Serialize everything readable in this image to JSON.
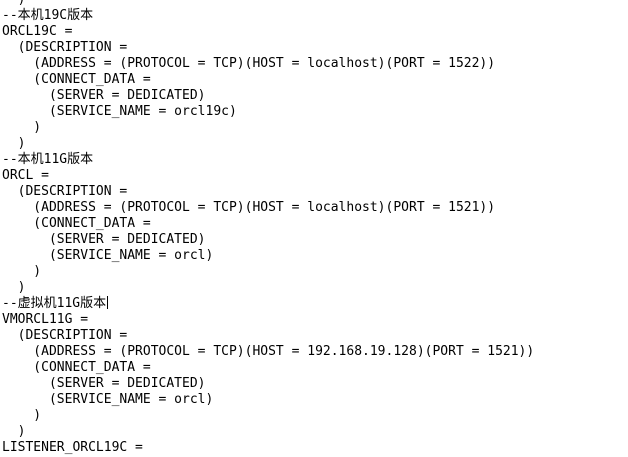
{
  "editor": {
    "lines": [
      "  )",
      "--本机19C版本",
      "ORCL19C =",
      "  (DESCRIPTION =",
      "    (ADDRESS = (PROTOCOL = TCP)(HOST = localhost)(PORT = 1522))",
      "    (CONNECT_DATA =",
      "      (SERVER = DEDICATED)",
      "      (SERVICE_NAME = orcl19c)",
      "    )",
      "  )",
      "--本机11G版本",
      "ORCL =",
      "  (DESCRIPTION =",
      "    (ADDRESS = (PROTOCOL = TCP)(HOST = localhost)(PORT = 1521))",
      "    (CONNECT_DATA =",
      "      (SERVER = DEDICATED)",
      "      (SERVICE_NAME = orcl)",
      "    )",
      "  )",
      "--虚拟机11G版本",
      "VMORCL11G =",
      "  (DESCRIPTION =",
      "    (ADDRESS = (PROTOCOL = TCP)(HOST = 192.168.19.128)(PORT = 1521))",
      "    (CONNECT_DATA =",
      "      (SERVER = DEDICATED)",
      "      (SERVICE_NAME = orcl)",
      "    )",
      "  )",
      "LISTENER_ORCL19C ="
    ]
  }
}
